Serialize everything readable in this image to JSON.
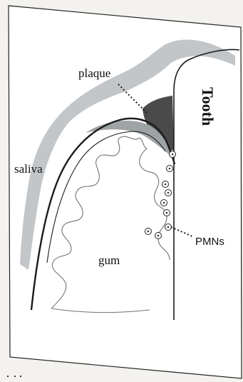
{
  "diagram": {
    "labels": {
      "plaque": "plaque",
      "tooth": "Tooth",
      "saliva": "saliva",
      "gum": "gum",
      "pmns": "PMNs"
    },
    "colors": {
      "background": "#f3f2ef",
      "panel": "#ffffff",
      "saliva": "#c3c6c9",
      "plaque": "#4a4a4a",
      "gum_inner": "#9ea3a6",
      "outline": "#1b1b1b"
    }
  }
}
